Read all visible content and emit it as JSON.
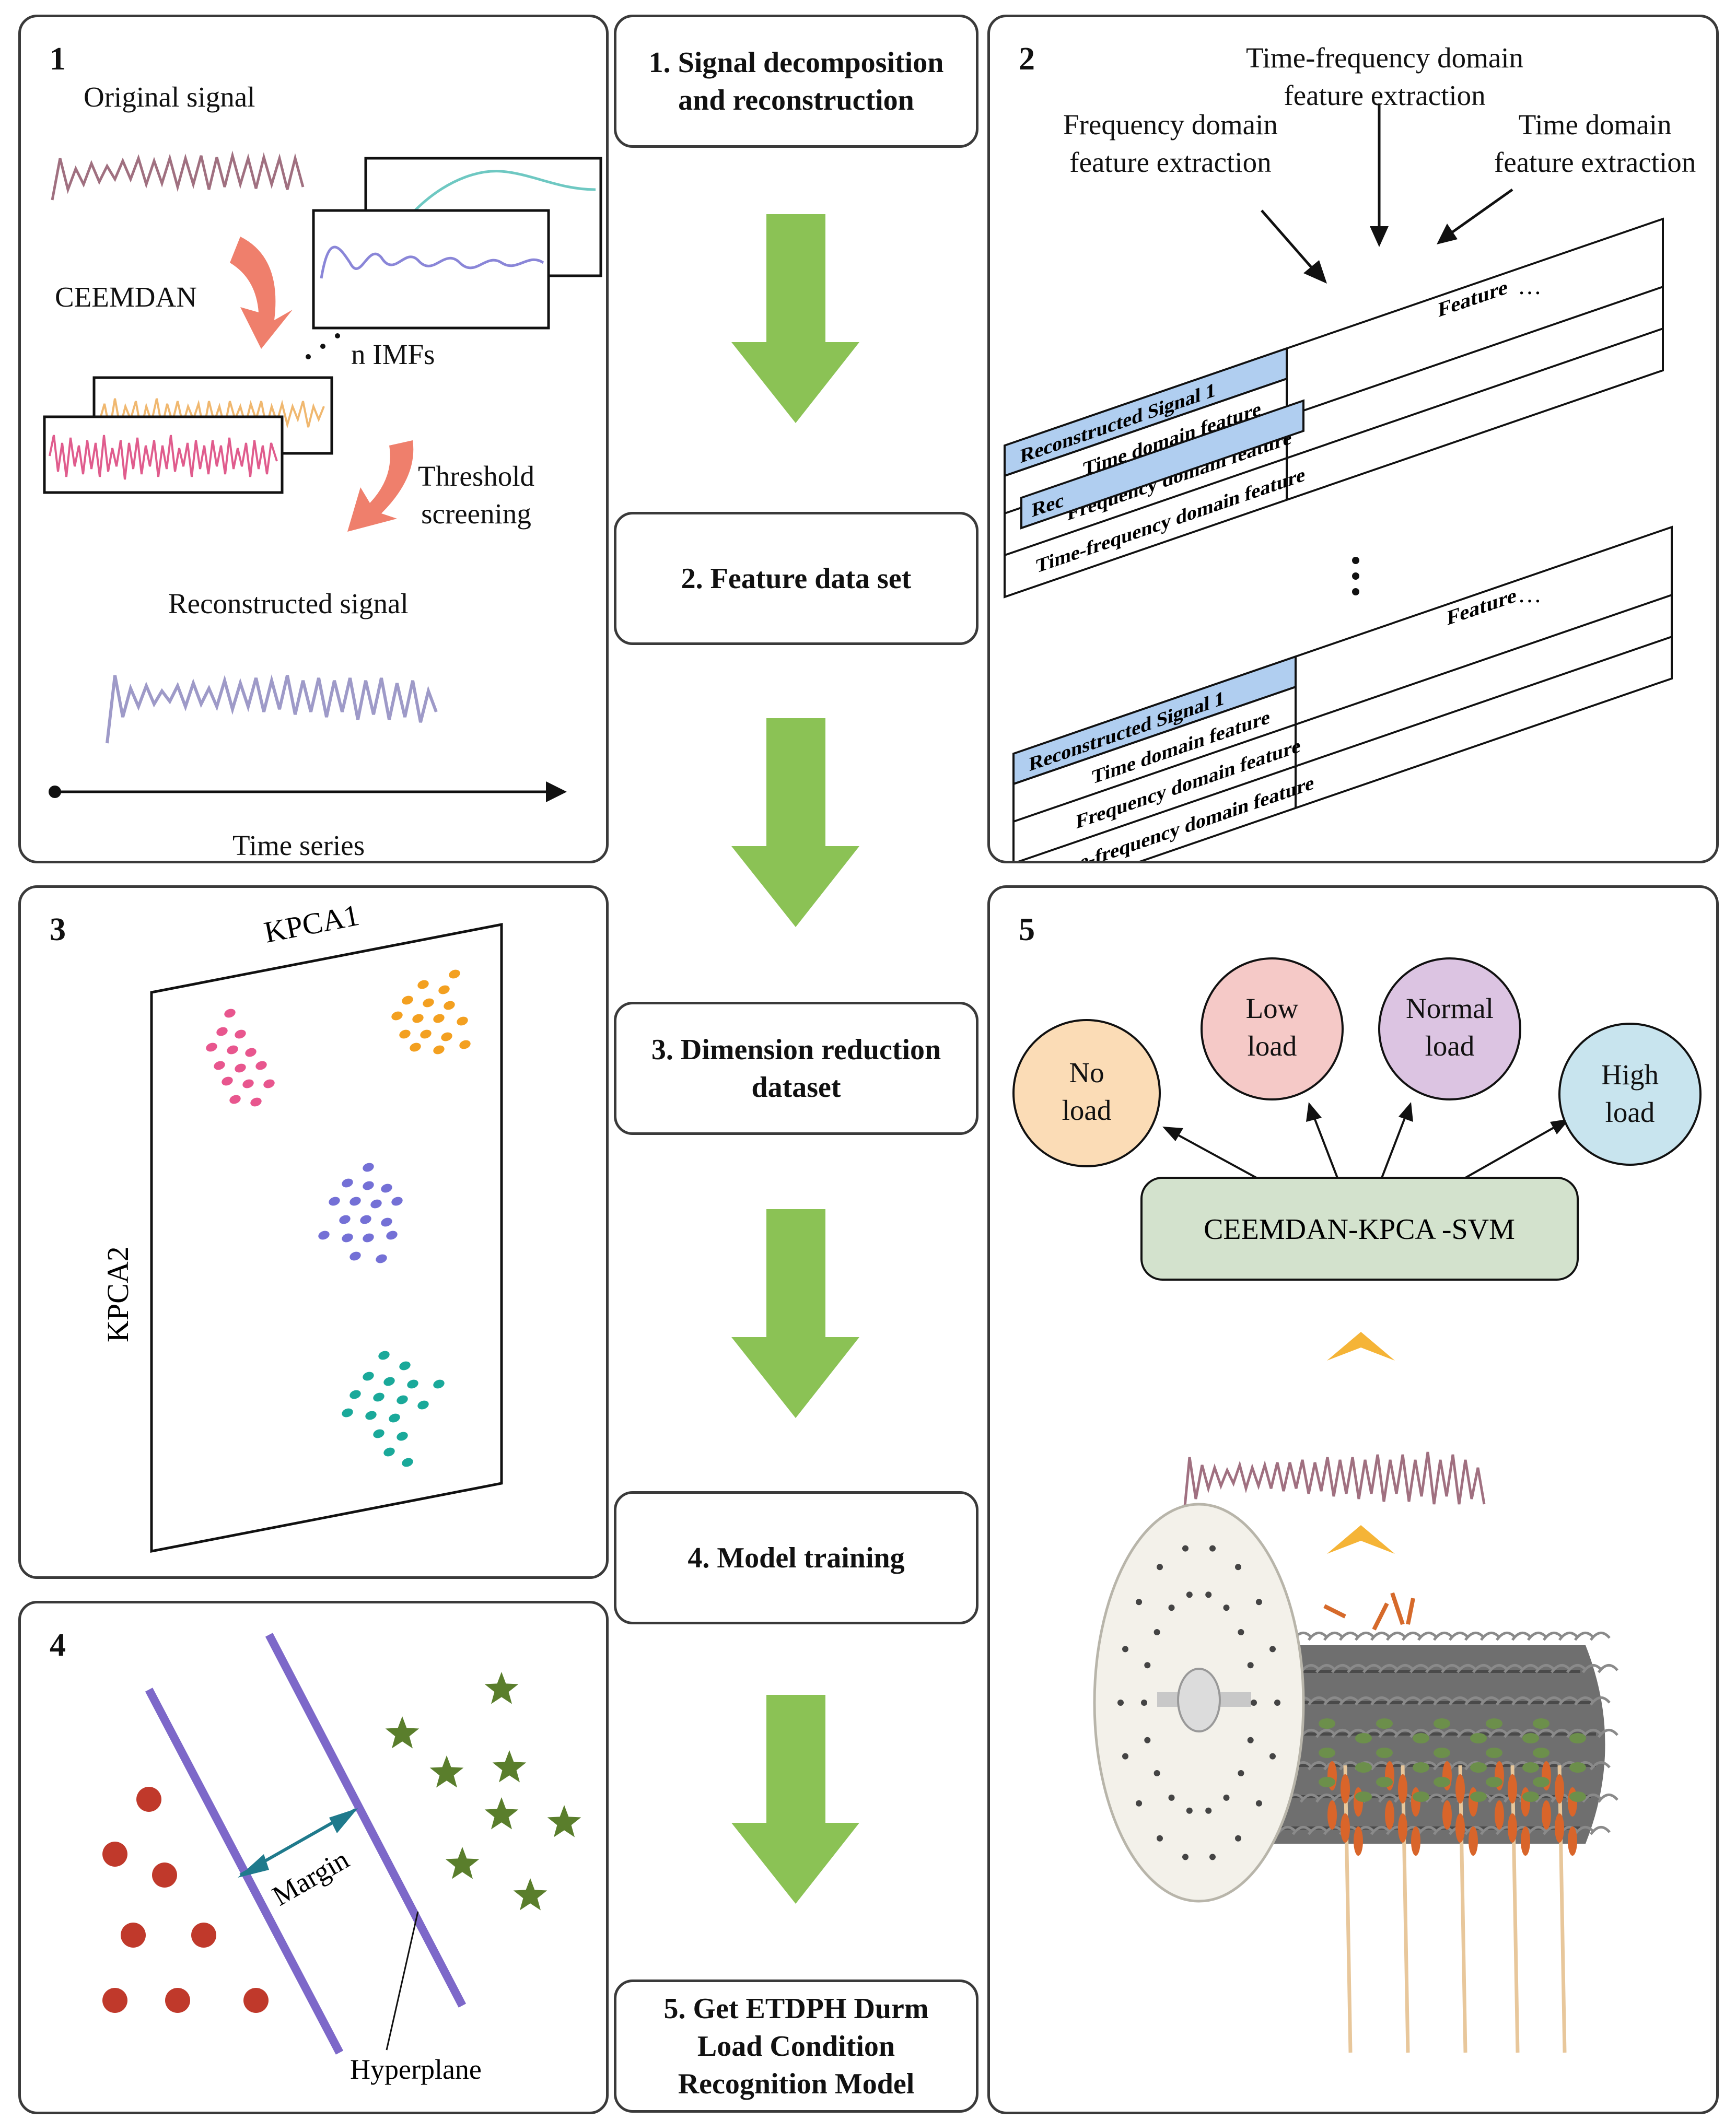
{
  "steps": [
    "1. Signal decomposition\nand reconstruction",
    "2. Feature data set",
    "3. Dimension reduction\ndataset",
    "4. Model training",
    "5.  Get ETDPH Durm\nLoad Condition\nRecognition Model"
  ],
  "panel1": {
    "num": "1",
    "original": "Original signal",
    "ceemdan": "CEEMDAN",
    "imfs": "n IMFs",
    "threshold": "Threshold\nscreening",
    "reconstructed": "Reconstructed signal",
    "time": "Time series"
  },
  "panel2": {
    "num": "2",
    "tf_extract": "Time-frequency domain\nfeature extraction",
    "freq_extract": "Frequency domain\nfeature extraction",
    "time_extract": "Time domain\nfeature extraction",
    "feature": "Feature",
    "signal": "Reconstructed Signal 1",
    "row1": "Time domain feature",
    "row2": "Frequency domain feature",
    "row3": "Time-frequency domain feature",
    "partial": "Rec",
    "ellipsis": "…"
  },
  "panel3": {
    "num": "3",
    "kpca1": "KPCA1",
    "kpca2": "KPCA2"
  },
  "panel4": {
    "num": "4",
    "margin": "Margin",
    "hyperplane": "Hyperplane"
  },
  "panel5": {
    "num": "5",
    "model": "CEEMDAN-KPCA -SVM",
    "classes": [
      {
        "label": "No\nload",
        "color": "#fbdcb6"
      },
      {
        "label": "Low\nload",
        "color": "#f5c9c7"
      },
      {
        "label": "Normal\nload",
        "color": "#dcc4e2"
      },
      {
        "label": "High\nload",
        "color": "#c8e4ee"
      }
    ]
  },
  "colors": {
    "arrow_green": "#8bc255",
    "pink": "#e8568e",
    "orange": "#f3a020",
    "blue": "#7470d6",
    "teal": "#1aa99a",
    "red": "#c0392b",
    "star": "#5a7e2c",
    "hyperplane": "#7d68c9",
    "model_box": "#d3e2cd",
    "header_blue": "#b0cef0"
  }
}
